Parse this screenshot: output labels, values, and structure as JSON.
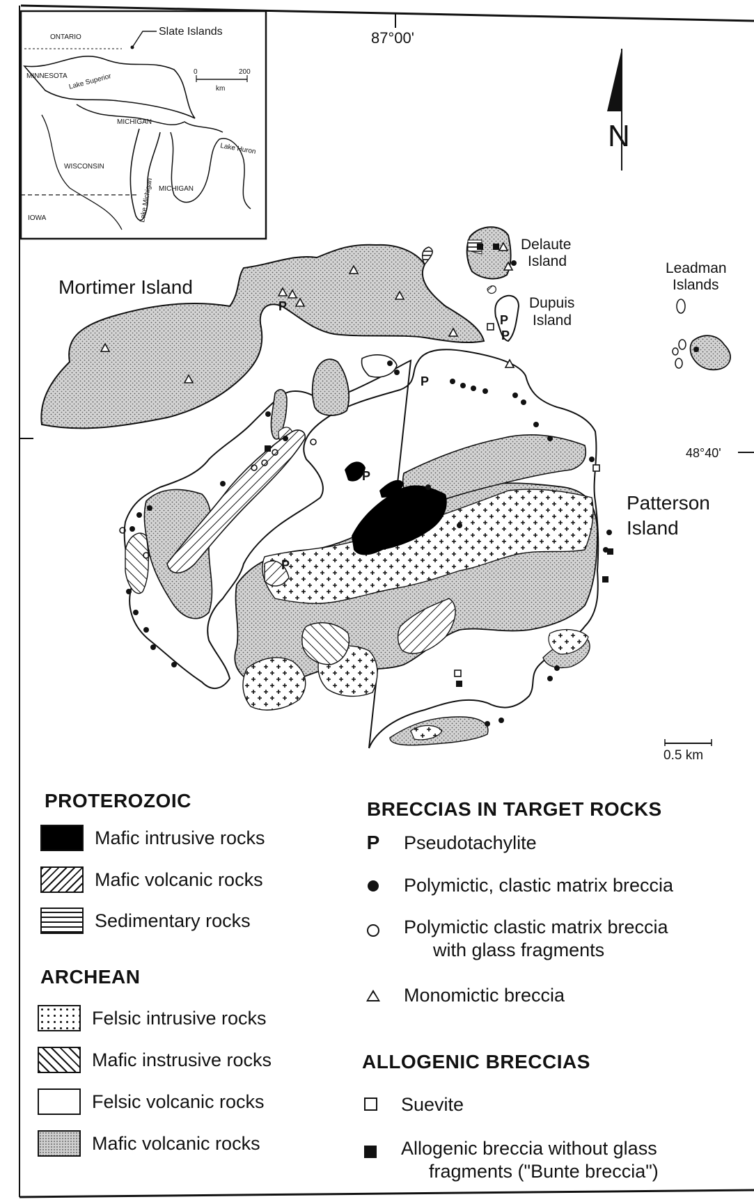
{
  "inset": {
    "labels": {
      "ontario": "ONTARIO",
      "slate_islands": "Slate Islands",
      "minnesota": "MINNESOTA",
      "lake_superior": "Lake Superior",
      "michigan_upper": "MICHIGAN",
      "wisconsin": "WISCONSIN",
      "lake_michigan": "Lake Michigan",
      "michigan_lower": "MICHIGAN",
      "lake_huron": "Lake Huron",
      "iowa": "IOWA"
    },
    "scale": {
      "zero": "0",
      "max": "200",
      "unit": "km"
    }
  },
  "map": {
    "longitude_label": "87°00'",
    "latitude_label": "48°40'",
    "north_label": "N",
    "scale_label": "0.5 km",
    "islands": {
      "mortimer": "Mortimer Island",
      "delaute": [
        "Delaute",
        "Island"
      ],
      "dupuis": [
        "Dupuis",
        "Island"
      ],
      "leadman": [
        "Leadman",
        "Islands"
      ],
      "patterson": [
        "Patterson",
        "Island"
      ]
    },
    "p_marker": "P"
  },
  "legend": {
    "proterozoic": {
      "heading": "PROTEROZOIC",
      "items": [
        {
          "swatch": "solid-black",
          "label": "Mafic intrusive rocks"
        },
        {
          "swatch": "diagonal-hatch",
          "label": "Mafic volcanic rocks"
        },
        {
          "swatch": "horizontal-lines",
          "label": "Sedimentary rocks"
        }
      ]
    },
    "archean": {
      "heading": "ARCHEAN",
      "items": [
        {
          "swatch": "crosses",
          "label": "Felsic intrusive rocks"
        },
        {
          "swatch": "reverse-diagonal-hatch",
          "label": "Mafic instrusive rocks"
        },
        {
          "swatch": "blank",
          "label": "Felsic volcanic rocks"
        },
        {
          "swatch": "stipple",
          "label": "Mafic volcanic rocks"
        }
      ]
    },
    "breccias_target": {
      "heading": "BRECCIAS IN TARGET ROCKS",
      "items": [
        {
          "symbol": "P",
          "label": "Pseudotachylite"
        },
        {
          "symbol": "filled-circle",
          "label": "Polymictic, clastic matrix breccia"
        },
        {
          "symbol": "open-circle",
          "label_line1": "Polymictic clastic matrix breccia",
          "label_line2": "with glass fragments"
        },
        {
          "symbol": "open-triangle",
          "label": "Monomictic breccia"
        }
      ]
    },
    "allogenic": {
      "heading": "ALLOGENIC BRECCIAS",
      "items": [
        {
          "symbol": "open-square",
          "label": "Suevite"
        },
        {
          "symbol": "filled-square",
          "label_line1": "Allogenic breccia without glass",
          "label_line2": "fragments (\"Bunte breccia\")"
        }
      ]
    }
  }
}
